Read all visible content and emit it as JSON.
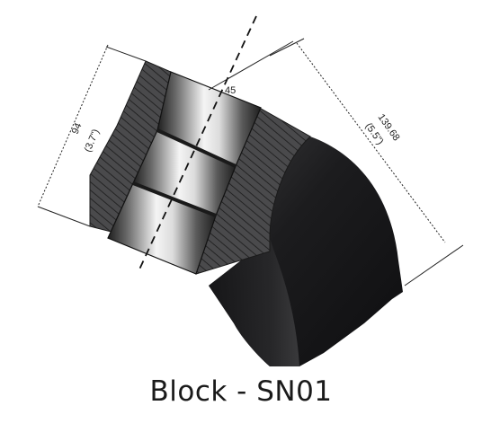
{
  "caption": "Block - SN01",
  "dimensions": {
    "length": {
      "value": "139.68",
      "inches": "(5.5\")"
    },
    "height": {
      "value": "94",
      "inches": "(3.7\")"
    },
    "angle": "45"
  },
  "colors": {
    "body_dark": "#1c1c1e",
    "hatch_fill": "#4a4a4c",
    "hatch_line": "#1a1a1a",
    "insert_light": "#f2f2f2",
    "insert_dark": "#2a2a2a",
    "dim_line": "#222222"
  }
}
